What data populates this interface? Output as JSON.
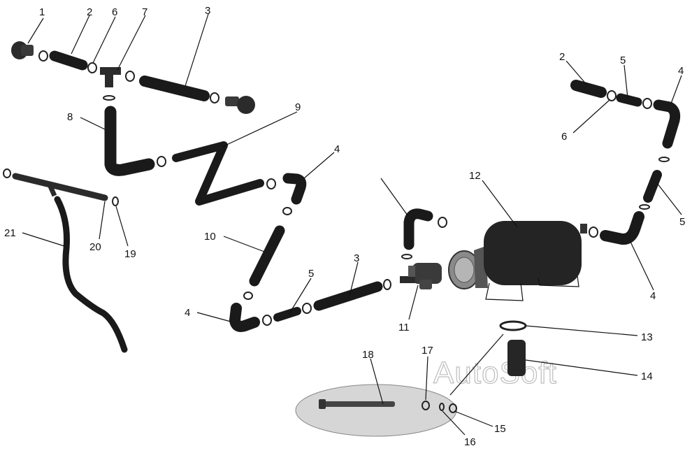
{
  "diagram": {
    "background": "#ffffff",
    "highlight_color": "#d6d6d6",
    "part_color": "#1a1a1a",
    "watermark": "AutoSoft",
    "labels": [
      "1",
      "2",
      "6",
      "7",
      "3",
      "8",
      "9",
      "4",
      "21",
      "20",
      "19",
      "10",
      "5",
      "4",
      "3",
      "11",
      "12",
      "2",
      "5",
      "4",
      "6",
      "5",
      "4",
      "13",
      "14",
      "18",
      "17",
      "15",
      "16"
    ]
  }
}
